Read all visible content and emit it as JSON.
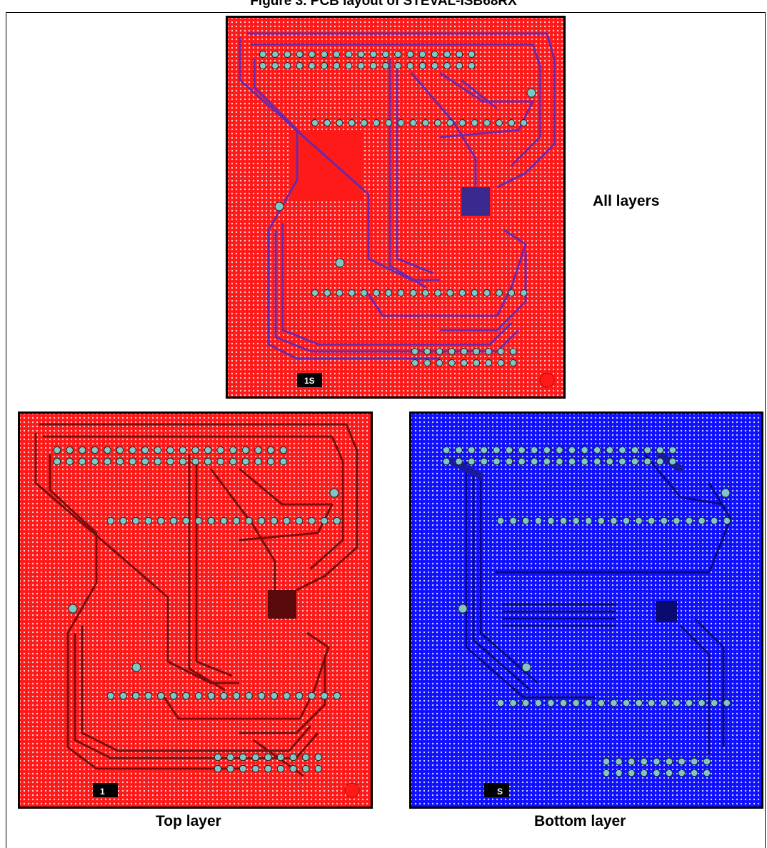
{
  "figure": {
    "title": "Figure 3. PCB layout of STEVAL-ISB68RX"
  },
  "panels": [
    {
      "id": "all",
      "caption": "All layers",
      "base_color": "#ff1a1a",
      "trace_color": "#5a2ab8",
      "label_text": "1S"
    },
    {
      "id": "top",
      "caption": "Top layer",
      "base_color": "#ff1a1a",
      "trace_color": "#7a0c0c",
      "label_text": "1"
    },
    {
      "id": "bottom",
      "caption": "Bottom layer",
      "base_color": "#1010ff",
      "trace_color": "#0a0a80",
      "label_text": "S"
    }
  ]
}
